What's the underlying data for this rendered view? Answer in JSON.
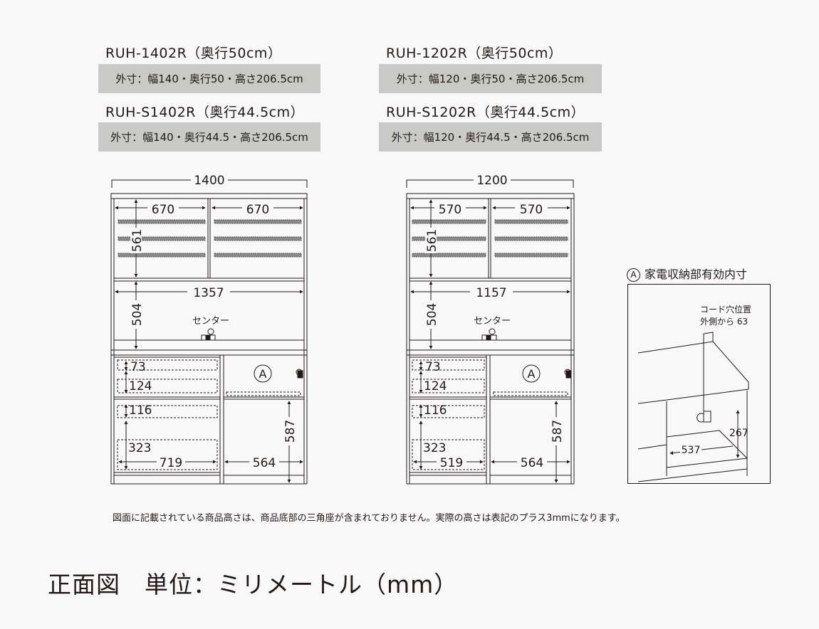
{
  "models": [
    {
      "title": "RUH-1402R（奥行50cm）",
      "spec": "外寸：幅140・奥行50・高さ206.5cm"
    },
    {
      "title": "RUH-S1402R（奥行44.5cm）",
      "spec": "外寸：幅140・奥行44.5・高さ206.5cm"
    },
    {
      "title": "RUH-1202R（奥行50cm）",
      "spec": "外寸：幅120・奥行50・高さ206.5cm"
    },
    {
      "title": "RUH-S1202R（奥行44.5cm）",
      "spec": "外寸：幅120・奥行44.5・高さ206.5cm"
    }
  ],
  "diagram_140": {
    "overall_width": "1400",
    "upper_door_width_left": "670",
    "upper_door_width_right": "670",
    "upper_height": "561",
    "counter_width": "1357",
    "counter_height": "504",
    "center_label": "センター",
    "drawer1_height": "73",
    "drawer2_height": "124",
    "drawer3_height": "116",
    "drawer4_height": "323",
    "drawer_width": "719",
    "appliance_marker": "A",
    "lower_right_height": "587",
    "lower_right_width": "564"
  },
  "diagram_120": {
    "overall_width": "1200",
    "upper_door_width_left": "570",
    "upper_door_width_right": "570",
    "upper_height": "561",
    "counter_width": "1157",
    "counter_height": "504",
    "center_label": "センター",
    "drawer1_height": "73",
    "drawer2_height": "124",
    "drawer3_height": "116",
    "drawer4_height": "323",
    "drawer_width": "519",
    "appliance_marker": "A",
    "lower_right_height": "587",
    "lower_right_width": "564"
  },
  "inset": {
    "marker": "A",
    "title": "家電収納部有効内寸",
    "cord_label_line1": "コード穴位置",
    "cord_label_line2": "外側から 63",
    "height": "267",
    "depth": "537"
  },
  "note": "図面に記載されている商品高さは、商品底部の三角座が含まれておりません。実際の高さは表記のプラス3mmになります。",
  "footer": "正面図　単位：ミリメートル（mm）",
  "colors": {
    "background": "#f8f8f8",
    "spec_box": "#c9c9c8",
    "ink": "#231815",
    "shelf_fill": "#8a8a8a"
  }
}
